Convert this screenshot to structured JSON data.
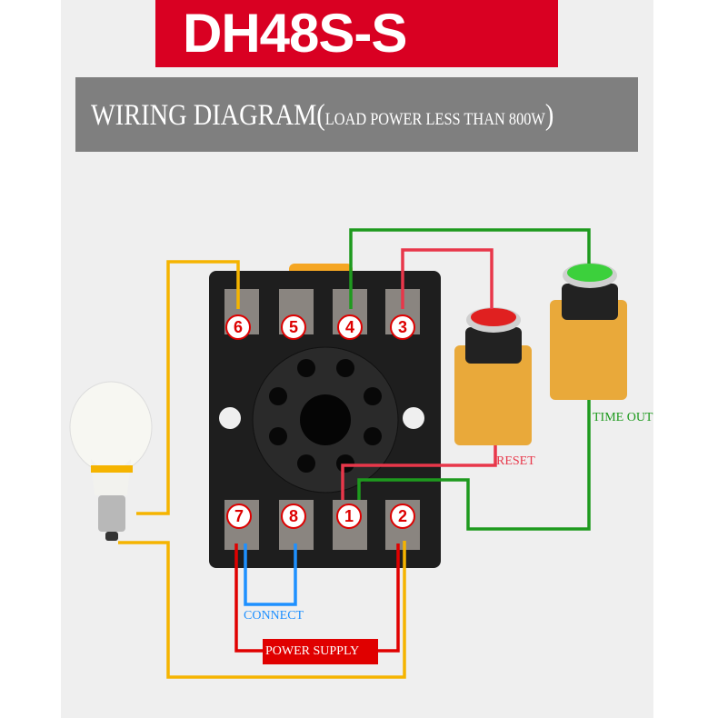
{
  "title": "DH48S-S",
  "subtitle": {
    "main": "WIRING DIAGRAM(",
    "small": "LOAD POWER LESS THAN 800W",
    "close": ")"
  },
  "terminals": [
    "6",
    "5",
    "4",
    "3",
    "7",
    "8",
    "1",
    "2"
  ],
  "labels": {
    "reset": "RESET",
    "time_out": "TIME OUT",
    "connect": "CONNECT",
    "power_supply": "POWER SUPPLY"
  },
  "colors": {
    "title_bg": "#d90022",
    "banner_bg": "#7f7f7f",
    "yellow_wire": "#f5b400",
    "green_wire": "#1e9a1e",
    "red_wire": "#e8374a",
    "blue_wire": "#1e90ff",
    "supply_red": "#e00000"
  }
}
